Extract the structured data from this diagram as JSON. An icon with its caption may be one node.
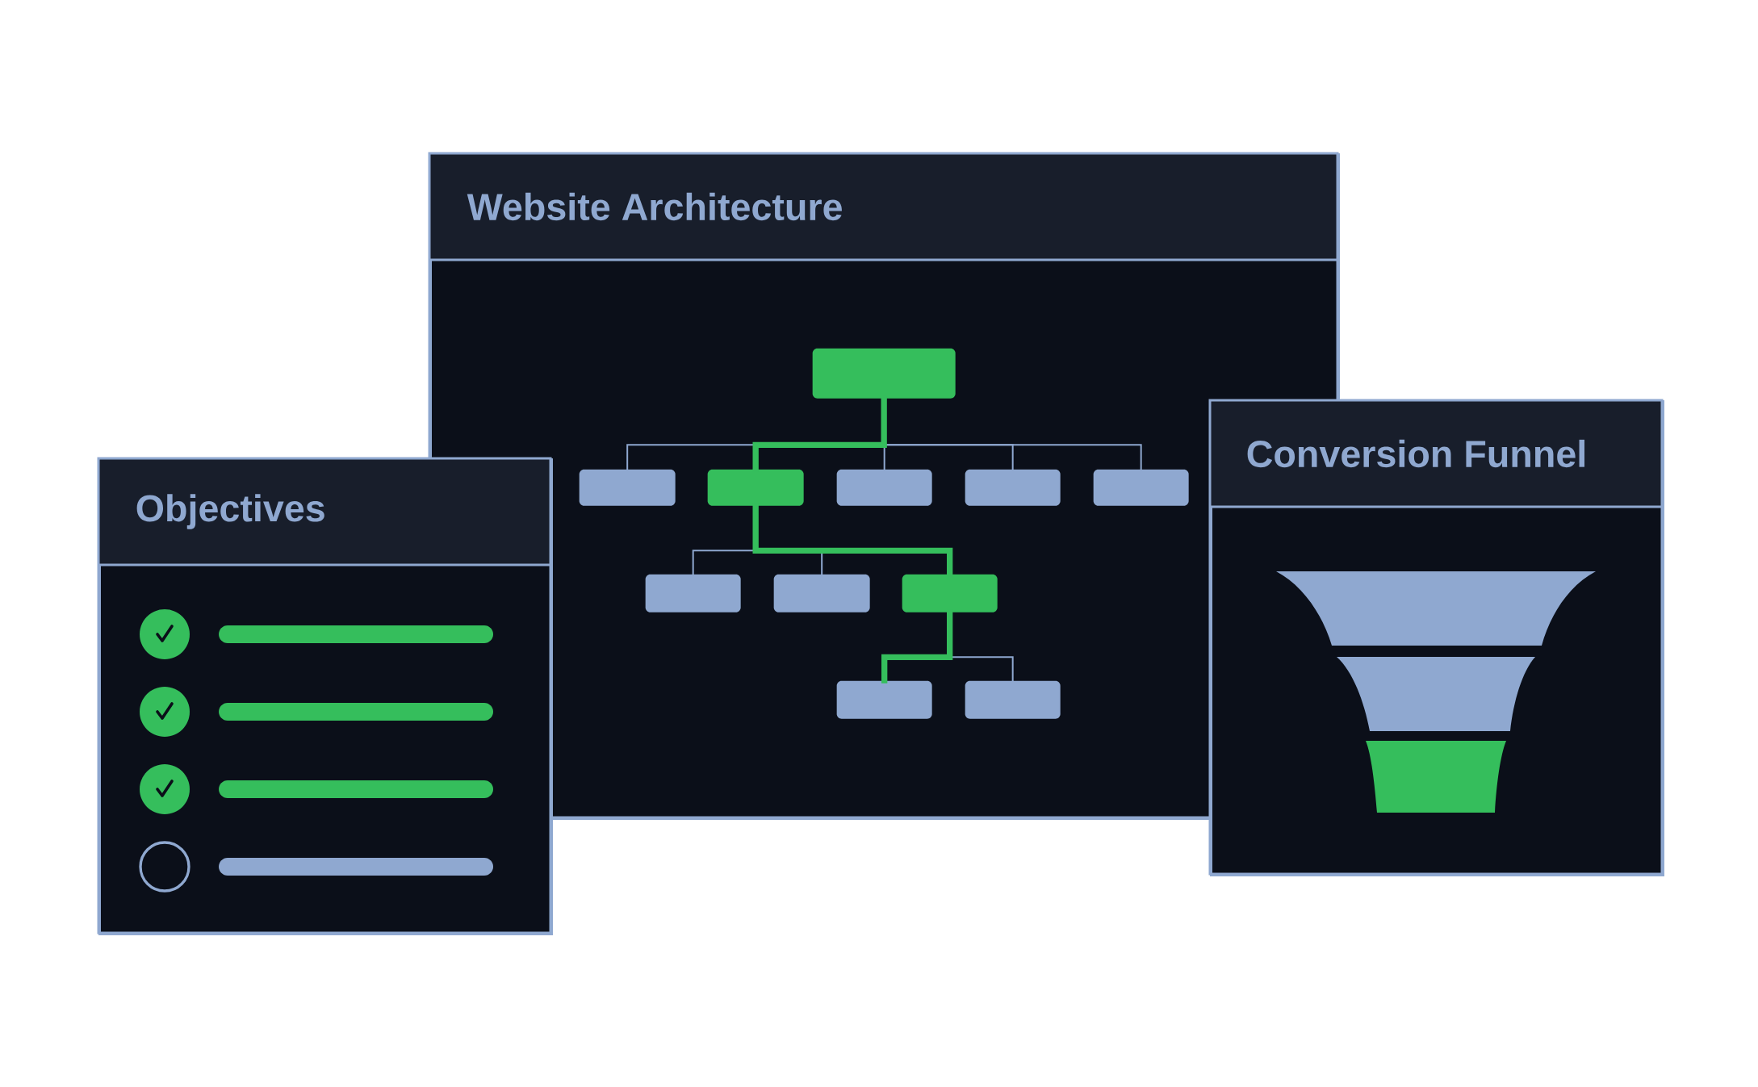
{
  "diagram": {
    "nodes": [
      {
        "text": [
          "Website Architecture"
        ]
      },
      {
        "text": [],
        "shape": "box",
        "in": 0
      },
      {
        "text": [],
        "shape": "box",
        "in": 0
      },
      {
        "text": [],
        "shape": "box",
        "in": 0
      },
      {
        "text": [],
        "shape": "box",
        "in": 0
      },
      {
        "text": [],
        "shape": "box",
        "in": 0
      },
      {
        "text": [],
        "shape": "box",
        "in": 0
      },
      {
        "text": [],
        "shape": "box",
        "in": 0
      },
      {
        "text": [],
        "shape": "box",
        "in": 0
      },
      {
        "text": [],
        "shape": "box",
        "in": 0
      },
      {
        "text": [],
        "shape": "box",
        "in": 0
      },
      {
        "text": [],
        "shape": "box",
        "in": 0
      },
      {
        "text": [
          "Objectives"
        ]
      },
      {
        "text": [
          "Conversion Funnel"
        ]
      }
    ],
    "edges": [
      {
        "from": 1,
        "to": 2,
        "arrow": "none"
      },
      {
        "from": 1,
        "to": 3,
        "arrow": "none",
        "style": "thick",
        "color": "#35be5c"
      },
      {
        "from": 1,
        "to": 4,
        "arrow": "none"
      },
      {
        "from": 1,
        "to": 5,
        "arrow": "none"
      },
      {
        "from": 1,
        "to": 6,
        "arrow": "none"
      },
      {
        "from": 3,
        "to": 7,
        "arrow": "none"
      },
      {
        "from": 3,
        "to": 8,
        "arrow": "none"
      },
      {
        "from": 3,
        "to": 9,
        "arrow": "none",
        "style": "thick",
        "color": "#35be5c"
      },
      {
        "from": 9,
        "to": 10,
        "arrow": "none",
        "style": "thick",
        "color": "#35be5c"
      },
      {
        "from": 9,
        "to": 11,
        "arrow": "none"
      }
    ]
  }
}
